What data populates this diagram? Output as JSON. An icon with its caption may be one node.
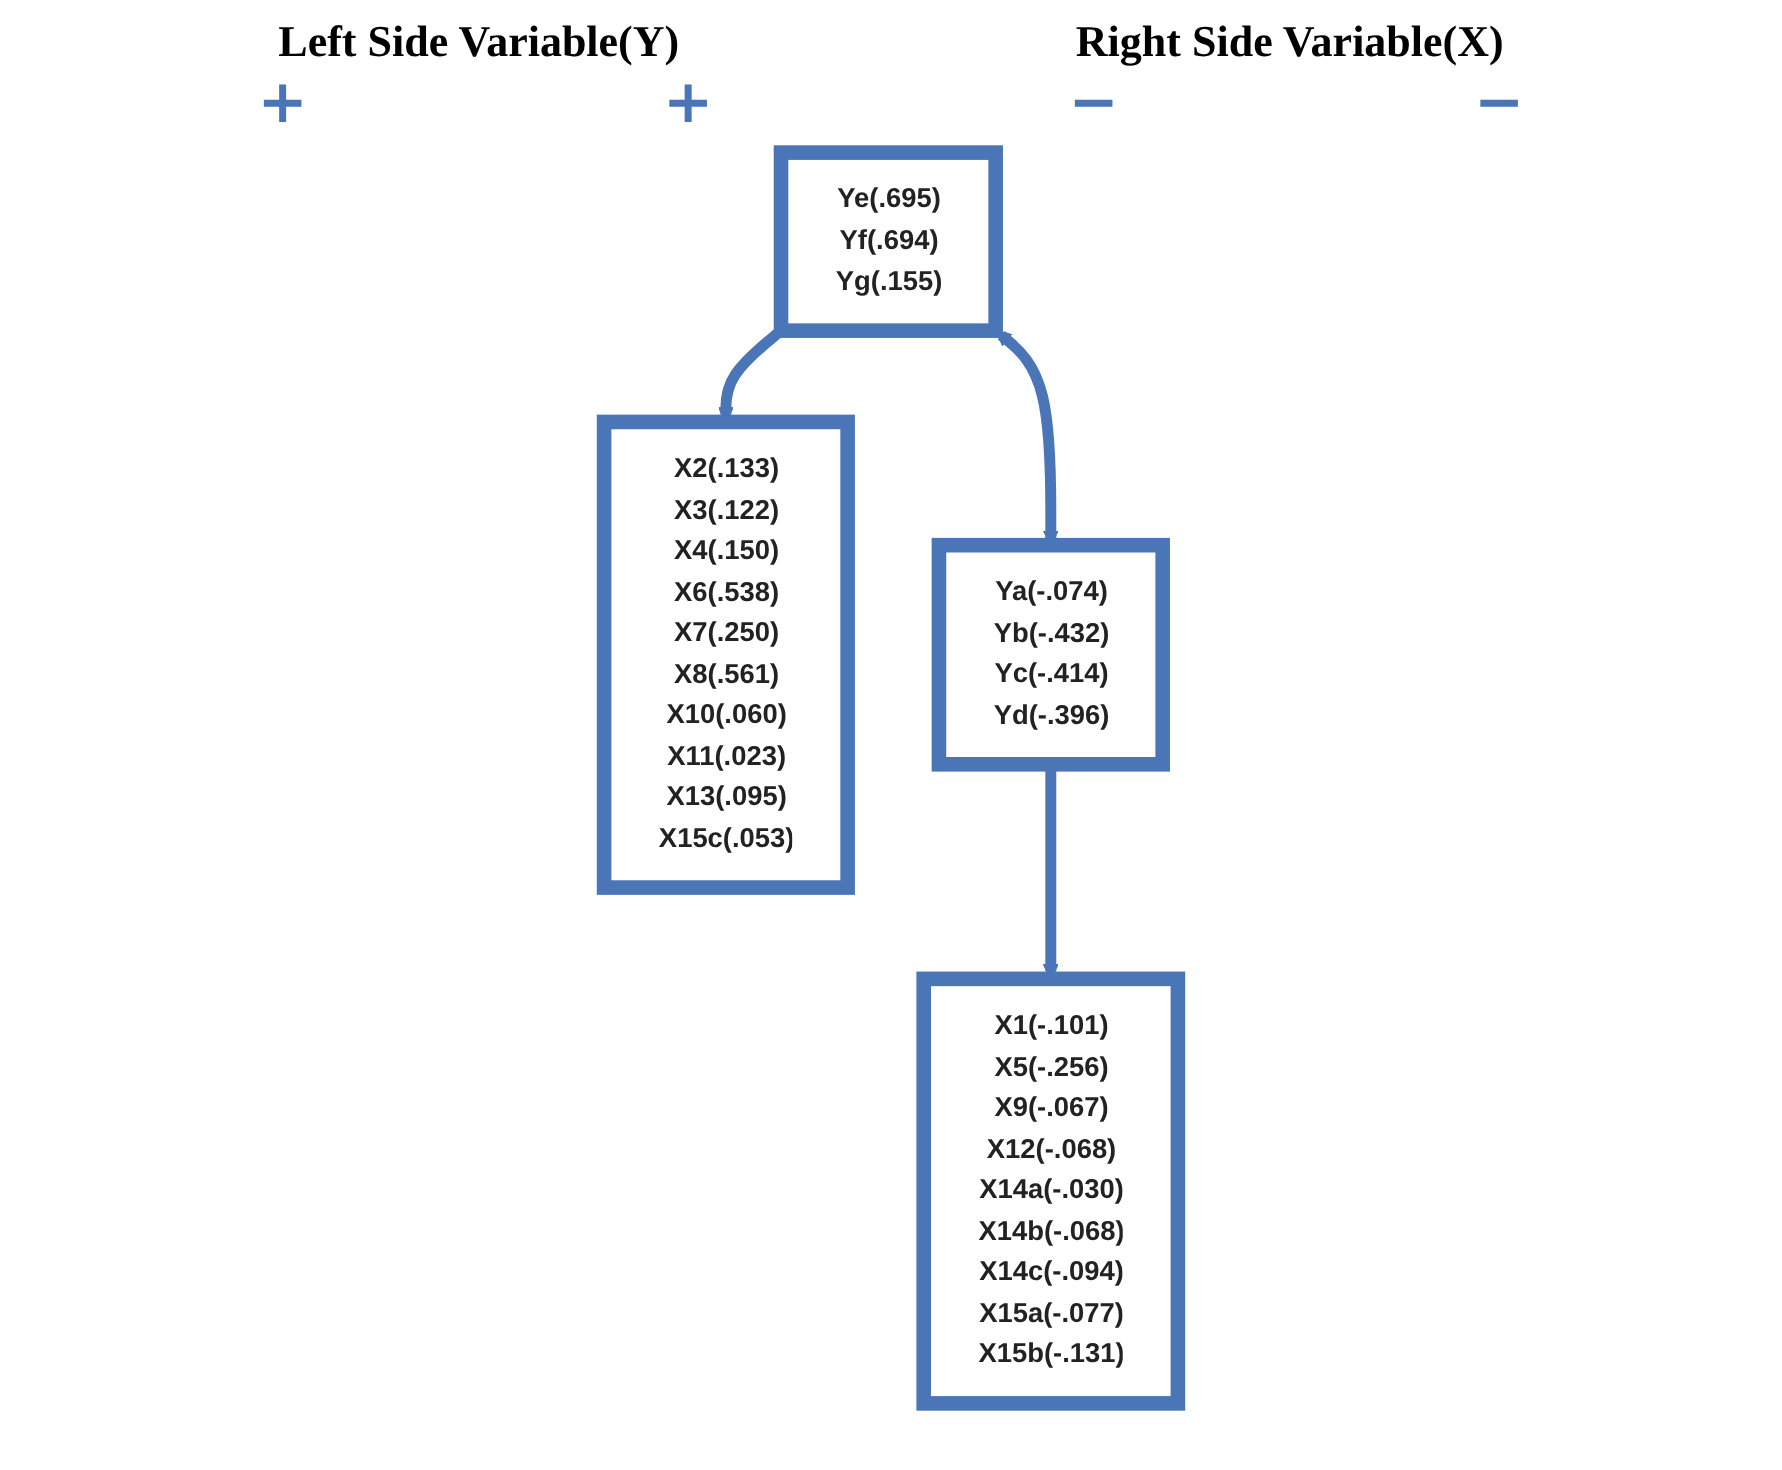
{
  "diagram": {
    "nodes": [
      {
        "text": [
          "Ye(.695)",
          "Yf(.694)",
          "Yg(.155)"
        ]
      },
      {
        "text": [
          "X2(.133)",
          "X3(.122)",
          "X4(.150)",
          "X6(.538)",
          "X7(.250)",
          "X8(.561)",
          "X10(.060)",
          "X11(.023)",
          "X13(.095)",
          "X15c(.053)"
        ]
      },
      {
        "text": [
          "Ya(-.074)",
          "Yb(-.432)",
          "Yc(-.414)",
          "Yd(-.396)"
        ]
      },
      {
        "text": [
          "X1(-.101)",
          "X5(-.256)",
          "X9(-.067)",
          "X12(-.068)",
          "X14a(-.030)",
          "X14b(-.068)",
          "X14c(-.094)",
          "X15a(-.077)",
          "X15b(-.131)"
        ]
      }
    ],
    "edges": [
      {
        "from": 0,
        "to": 1,
        "arrow": "to"
      },
      {
        "from": 0,
        "to": 2,
        "arrow": "both"
      },
      {
        "from": 2,
        "to": 3,
        "arrow": "to"
      }
    ],
    "labels": [
      "Left Side Variable(Y)",
      "Right Side Variable(X)",
      "+",
      "+",
      "−",
      "−"
    ]
  }
}
